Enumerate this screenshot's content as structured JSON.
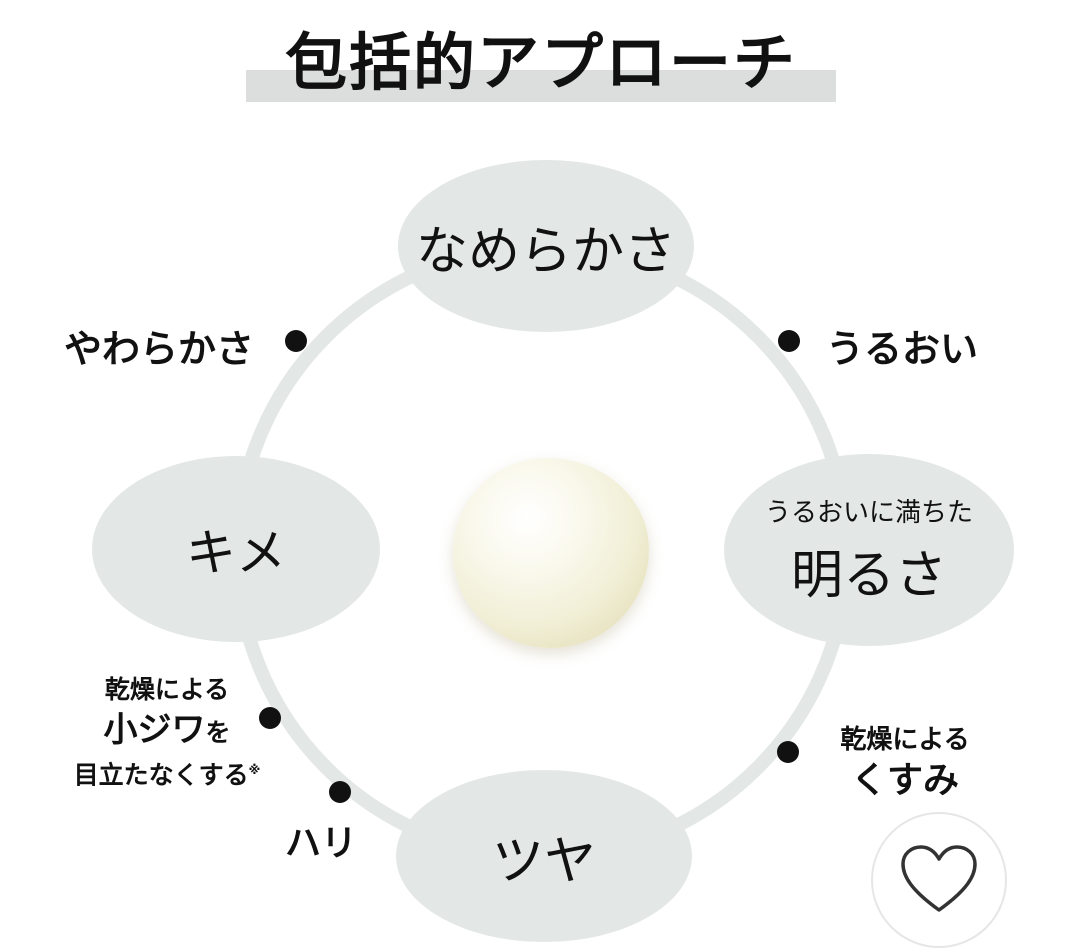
{
  "title": "包括的アプローチ",
  "nodes": {
    "top": "なめらかさ",
    "left": "キメ",
    "right_small": "うるおいに満ちた",
    "right_big": "明るさ",
    "bottom": "ツヤ"
  },
  "points": {
    "yawarakasa": "やわらかさ",
    "uruoi": "うるおい",
    "kanso1_line1": "乾燥による",
    "kanso1_big": "小ジワ",
    "kanso1_wo": "を",
    "kanso1_line3": "目立たなくする",
    "kanso1_note": "※",
    "hari": "ハリ",
    "kanso2_line1": "乾燥による",
    "kanso2_big": "くすみ"
  },
  "icons": {
    "like": "heart-icon",
    "center": "cream-drop"
  },
  "colors": {
    "ring": "#e3e7e6",
    "ellipse": "#e3e7e6",
    "title_bar": "#dcdddd",
    "text": "#111111"
  }
}
